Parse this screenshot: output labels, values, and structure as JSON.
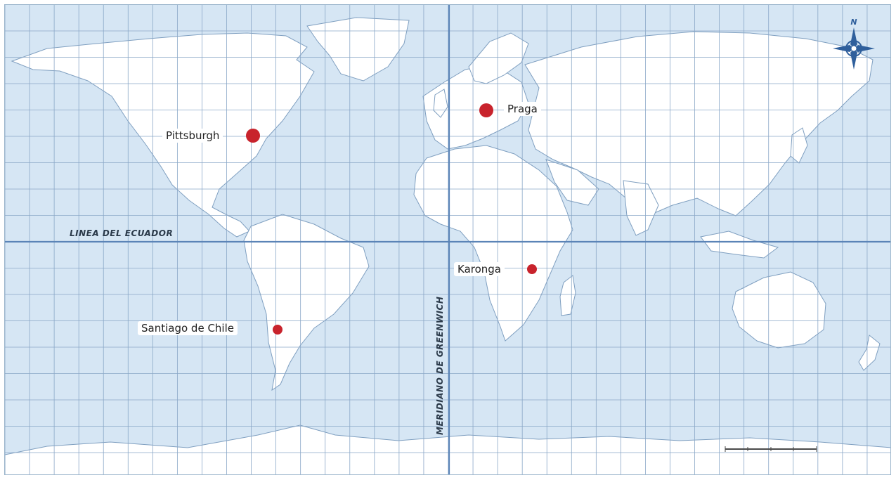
{
  "map": {
    "equator_label": "LINEA DEL ECUADOR",
    "meridian_label": "MERIDIANO DE GREENWICH",
    "compass_north": "N",
    "colors": {
      "ocean": "#d6e6f4",
      "land": "#ffffff",
      "coast": "#7f9fc0",
      "grid": "#8aa7c7",
      "main_lines": "#5b84b7",
      "city_dot": "#c8232c",
      "compass": "#2f5f9c"
    },
    "cities": [
      {
        "id": "pittsburgh",
        "name": "Pittsburgh",
        "lat": 40.44,
        "lon": -79.99
      },
      {
        "id": "praga",
        "name": "Praga",
        "lat": 50.08,
        "lon": 14.43
      },
      {
        "id": "karonga",
        "name": "Karonga",
        "lat": -9.93,
        "lon": 33.93
      },
      {
        "id": "santiago",
        "name": "Santiago de Chile",
        "lat": -33.45,
        "lon": -70.67
      }
    ]
  }
}
